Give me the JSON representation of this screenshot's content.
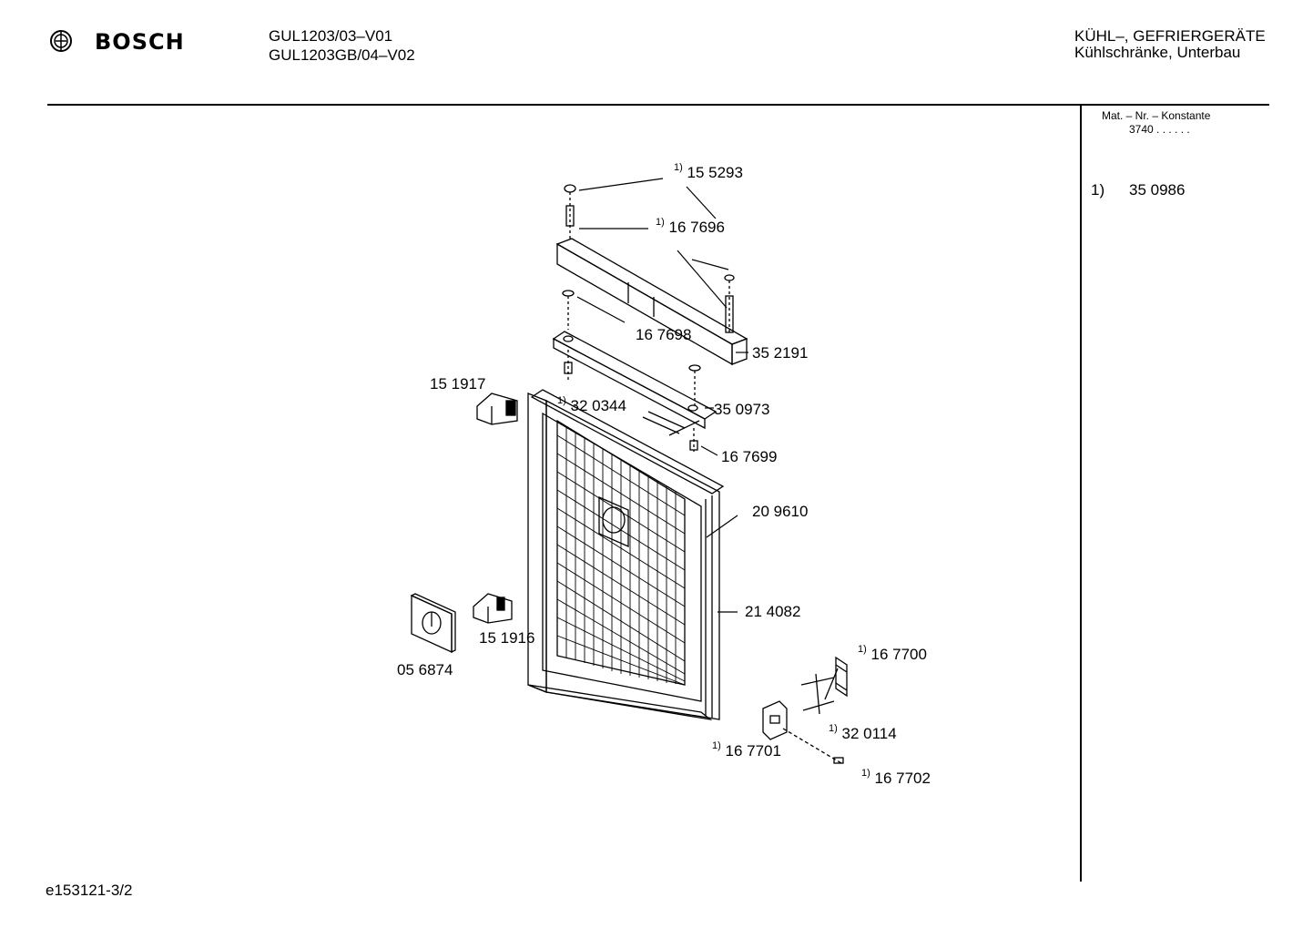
{
  "header": {
    "brand": "BOSCH",
    "model_lines": [
      "GUL1203/03–V01",
      "GUL1203GB/04–V02"
    ],
    "category_lines": [
      "KÜHL–, GEFRIERGERÄTE",
      "Kühlschränke, Unterbau"
    ]
  },
  "sidebar": {
    "mat_label": "Mat. – Nr. – Konstante",
    "mat_code": "3740 . .  . . . .",
    "footnote_marker": "1)",
    "footnote_value": "35 0986"
  },
  "footer": {
    "doc_id": "e153121-3/2"
  },
  "parts": [
    {
      "sup": "1)",
      "number": "15 5293"
    },
    {
      "sup": "1)",
      "number": "16 7696"
    },
    {
      "sup": "",
      "number": "16 7698"
    },
    {
      "sup": "",
      "number": "35 2191"
    },
    {
      "sup": "",
      "number": "15 1917"
    },
    {
      "sup": "1)",
      "number": "32 0344"
    },
    {
      "sup": "",
      "number": "35 0973"
    },
    {
      "sup": "",
      "number": "16 7699"
    },
    {
      "sup": "",
      "number": "20 9610"
    },
    {
      "sup": "",
      "number": "21 4082"
    },
    {
      "sup": "",
      "number": "15 1916"
    },
    {
      "sup": "",
      "number": "05 6874"
    },
    {
      "sup": "1)",
      "number": "16 7700"
    },
    {
      "sup": "1)",
      "number": "32 0114"
    },
    {
      "sup": "1)",
      "number": "16 7701"
    },
    {
      "sup": "1)",
      "number": "16 7702"
    }
  ]
}
